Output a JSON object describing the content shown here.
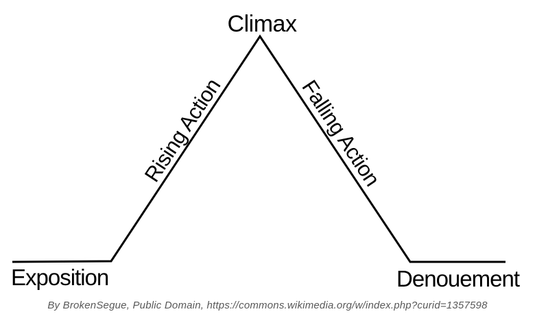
{
  "diagram": {
    "climax_label": "Climax",
    "rising_label": "Rising Action",
    "falling_label": "Falling Action",
    "exposition_label": "Exposition",
    "denouement_label": "Denouement",
    "line_points": "18,382 162,381 379,53 598,382 737,382",
    "line_color": "#000000",
    "text_color": "#000000",
    "background_color": "#ffffff"
  },
  "attribution": {
    "text": "By BrokenSegue, Public Domain, https://commons.wikimedia.org/w/index.php?curid=1357598",
    "color": "#595959"
  }
}
